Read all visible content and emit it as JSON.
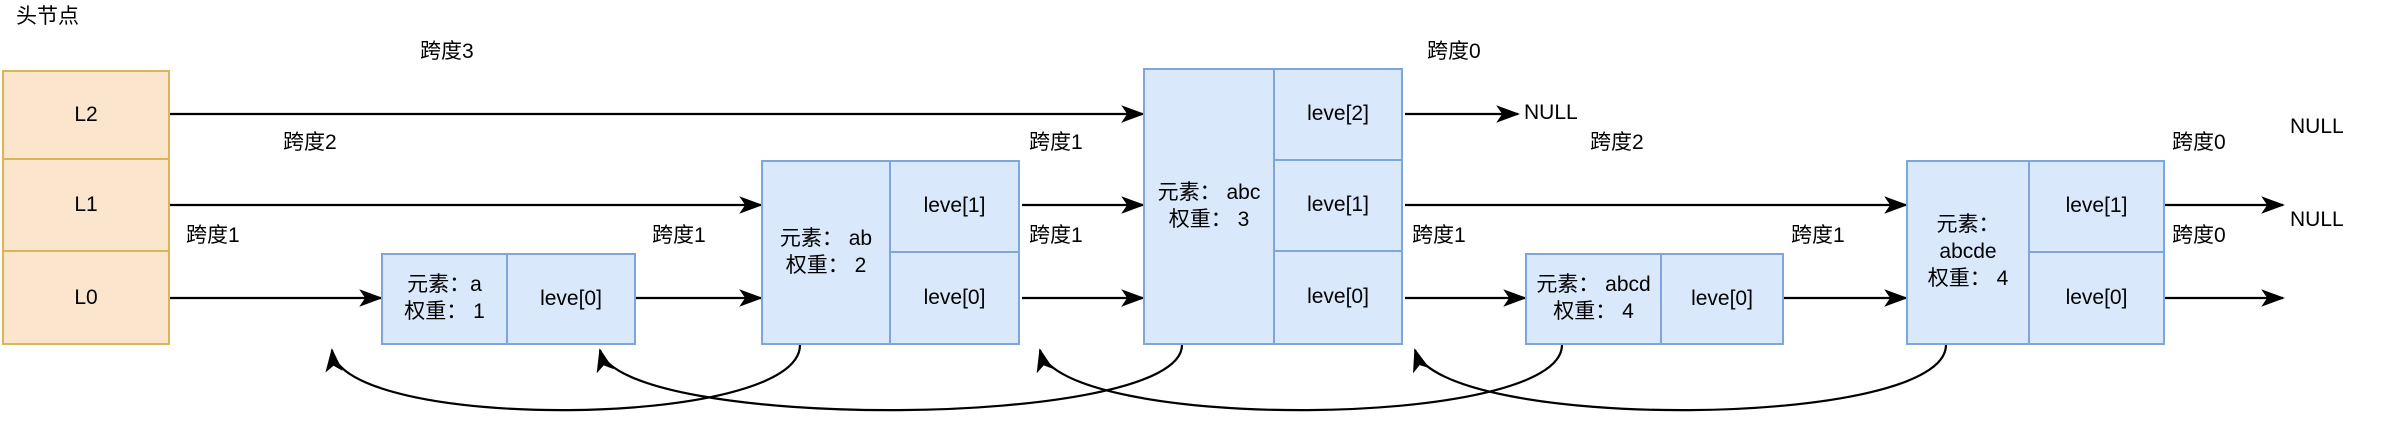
{
  "diagram": {
    "title": "头节点",
    "colors": {
      "head_fill": "#FCE5CD",
      "head_stroke": "#D6B656",
      "node_fill": "#DAE8FC",
      "node_stroke": "#7EA6DC",
      "edge": "#000000",
      "text": "#000000",
      "background": "#FFFFFF"
    },
    "head_node": {
      "name": "头节点",
      "levels": [
        {
          "label": "L2"
        },
        {
          "label": "L1"
        },
        {
          "label": "L0"
        }
      ]
    },
    "nodes": [
      {
        "id": "a",
        "info_lines": [
          "元素：a",
          "权重： 1"
        ],
        "levels": [
          "leve[0]"
        ]
      },
      {
        "id": "ab",
        "info_lines": [
          "元素： ab",
          "权重： 2"
        ],
        "levels": [
          "leve[1]",
          "leve[0]"
        ]
      },
      {
        "id": "abc",
        "info_lines": [
          "元素： abc",
          "权重： 3"
        ],
        "levels": [
          "leve[2]",
          "leve[1]",
          "leve[0]"
        ]
      },
      {
        "id": "abcd",
        "info_lines": [
          "元素： abcd",
          "权重： 4"
        ],
        "levels": [
          "leve[0]"
        ]
      },
      {
        "id": "abcde",
        "info_lines": [
          "元素：",
          "abcde",
          "权重： 4"
        ],
        "levels": [
          "leve[1]",
          "leve[0]"
        ]
      }
    ],
    "span_labels": [
      {
        "id": "span-l2-head-abc",
        "text": "跨度3"
      },
      {
        "id": "span-l1-head-ab",
        "text": "跨度2"
      },
      {
        "id": "span-l0-head-a",
        "text": "跨度1"
      },
      {
        "id": "span-l0-a-ab",
        "text": "跨度1"
      },
      {
        "id": "span-l1-ab-abc",
        "text": "跨度1"
      },
      {
        "id": "span-l0-ab-abc",
        "text": "跨度1"
      },
      {
        "id": "span-l2-abc-null",
        "text": "跨度0"
      },
      {
        "id": "span-l1-abc-abcde",
        "text": "跨度2"
      },
      {
        "id": "span-l0-abc-abcd",
        "text": "跨度1"
      },
      {
        "id": "span-l0-abcd-abcde",
        "text": "跨度1"
      },
      {
        "id": "span-l1-abcde-null",
        "text": "跨度0"
      },
      {
        "id": "span-l0-abcde-null",
        "text": "跨度0"
      }
    ],
    "null_labels": [
      {
        "id": "null-l2",
        "text": "NULL"
      },
      {
        "id": "null-l1",
        "text": "NULL"
      },
      {
        "id": "null-l0",
        "text": "NULL"
      }
    ]
  }
}
